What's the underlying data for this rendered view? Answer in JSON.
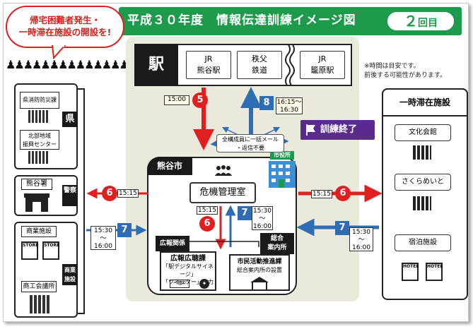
{
  "header": {
    "title": "平成３０年度　情報伝達訓練イメージ図",
    "round_num": "２",
    "round_suffix": "回目"
  },
  "callout": {
    "line1": "帰宅困難者発生・",
    "line2": "一時滞在施設の開設を!"
  },
  "crowd": "♟♟♟♟♟♟♟♟♟♟♟♟♟♟♟♟♟♟♟♟♟♟♟♟♟♟♟♟♟♟♟♟♟♟♟♟♟♟♟♟",
  "station": {
    "label": "駅",
    "stops": [
      {
        "line1": "JR",
        "line2": "熊谷駅"
      },
      {
        "line1": "秩父",
        "line2": "鉄道"
      },
      {
        "line1": "JR",
        "line2": "籠原駅"
      }
    ]
  },
  "note": {
    "line1": "※時間は目安です。",
    "line2": "前後する可能性があります。"
  },
  "steps": {
    "s5": {
      "num": "5",
      "time": "15:00"
    },
    "s8": {
      "num": "8",
      "time1": "16:15～",
      "time2": "16:30"
    },
    "s6_left": {
      "num": "6",
      "time": "15:15"
    },
    "s6_right": {
      "num": "6",
      "time": "15:15"
    },
    "s6_mid": {
      "num": "6",
      "time": "15:15"
    },
    "s7_mid": {
      "num": "7",
      "time1": "15:30",
      "time2": "～",
      "time3": "16:00"
    },
    "s7_left": {
      "num": "7",
      "time1": "15:30",
      "time2": "～",
      "time3": "16:00"
    },
    "s7_right": {
      "num": "7",
      "time1": "15:30",
      "time2": "～",
      "time3": "16:00"
    }
  },
  "end_label": "訓練終了",
  "mail_note": {
    "line1": "全構成員に一括メール",
    "line2": "・返信不要"
  },
  "city": {
    "label": "熊谷市",
    "hq": "市役所",
    "crisis_room": "危機管理室",
    "pr_header": "広報関係",
    "pr_box": {
      "title": "広報広聴課",
      "line1": "「駅デジタルサイネージ」",
      "line2": "「ツイッター」入力",
      "sign": "一種中"
    },
    "info_header_1": "総合",
    "info_header_2": "案内所",
    "civic_box": {
      "title": "市民活動推進課",
      "line1": "総合案内所の設置"
    }
  },
  "left": {
    "ken_label": "県",
    "ken_box1": "県消防防災課",
    "ken_box2_l1": "北部地域",
    "ken_box2_l2": "振興センター",
    "police_box": "熊谷署",
    "police_label": "警察",
    "biz_box1": "商業施設",
    "store1": "STORE",
    "store2": "STORE",
    "biz_box2": "商工会議所",
    "biz_label_1": "商業",
    "biz_label_2": "施設"
  },
  "shelter": {
    "header": "一時滞在施設",
    "items": [
      "文化会館",
      "さくらめいと",
      "宿泊施設"
    ],
    "hotel1": "HOTEL",
    "hotel2": "HOTEL"
  },
  "colors": {
    "green": "#1e9a4c",
    "red": "#e02020",
    "blue": "#2e6db4",
    "purple": "#5b2a8e"
  }
}
